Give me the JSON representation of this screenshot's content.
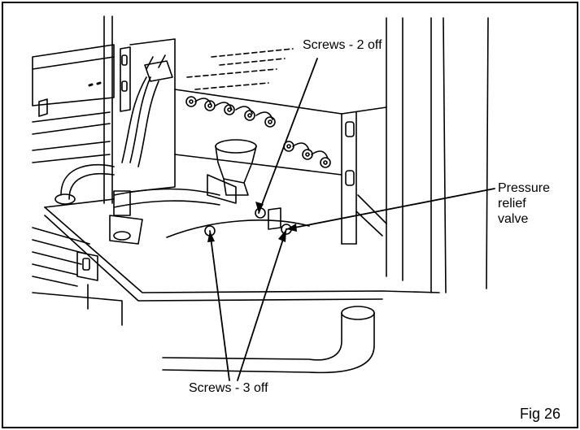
{
  "labels": {
    "screws_2": "Screws - 2 off",
    "pressure_relief_valve": [
      "Pressure",
      "relief",
      "valve"
    ],
    "screws_3": "Screws - 3 off"
  },
  "figure_number": "Fig 26"
}
